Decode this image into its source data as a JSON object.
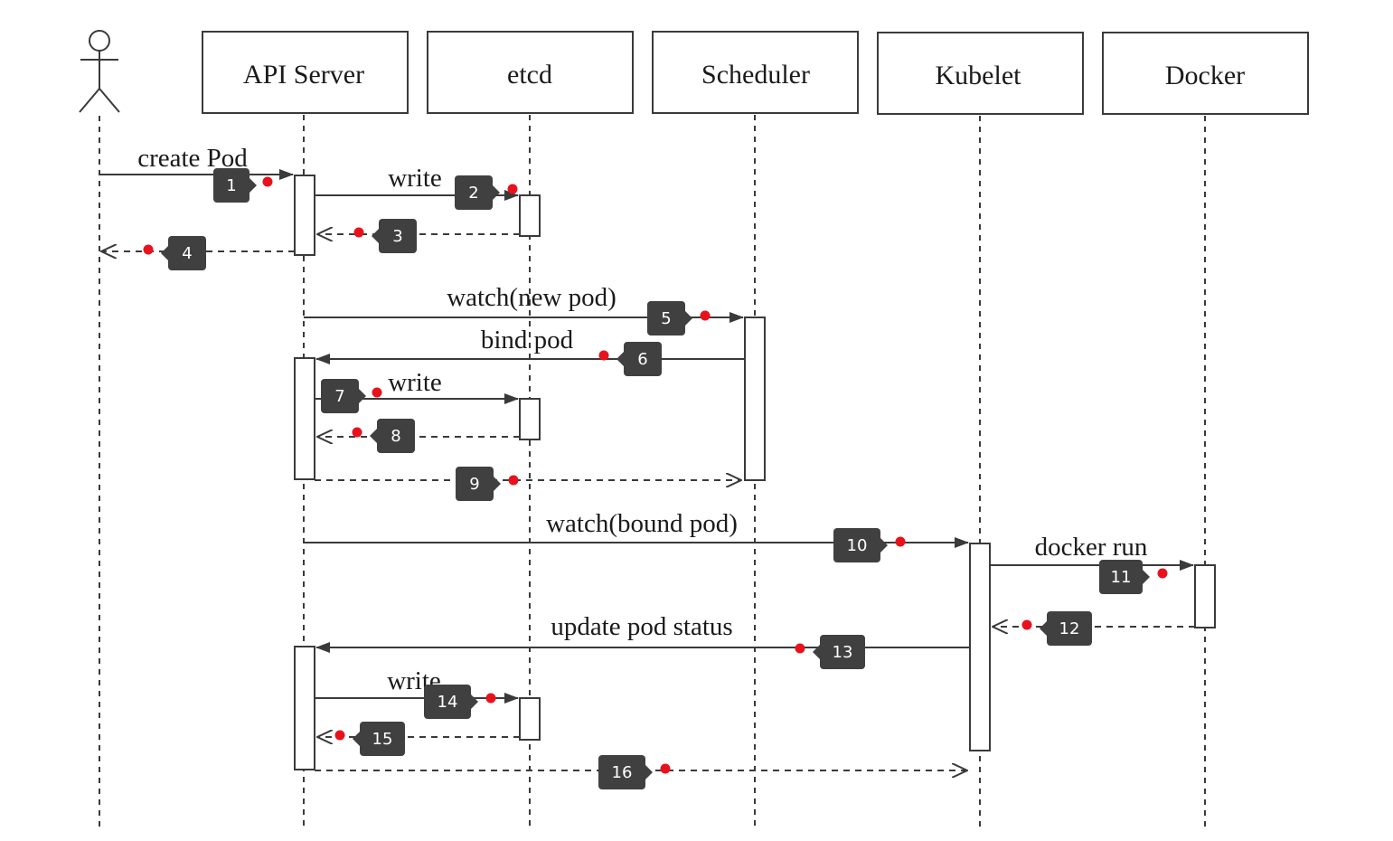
{
  "participants": {
    "actor": "actor-icon",
    "api": "API Server",
    "etcd": "etcd",
    "scheduler": "Scheduler",
    "kubelet": "Kubelet",
    "docker": "Docker"
  },
  "messages": {
    "create_pod": "create Pod",
    "write_1": "write",
    "watch_new_pod": "watch(new pod)",
    "bind_pod": "bind pod",
    "write_2": "write",
    "watch_bound_pod": "watch(bound pod)",
    "docker_run": "docker run",
    "update_pod_status": "update pod status",
    "write_3": "write"
  },
  "badges": [
    "1",
    "2",
    "3",
    "4",
    "5",
    "6",
    "7",
    "8",
    "9",
    "10",
    "11",
    "12",
    "13",
    "14",
    "15",
    "16"
  ],
  "colors": {
    "line": "#3a3a3a",
    "badge_bg": "#404040",
    "badge_text": "#ffffff",
    "marker": "#e8121c"
  }
}
